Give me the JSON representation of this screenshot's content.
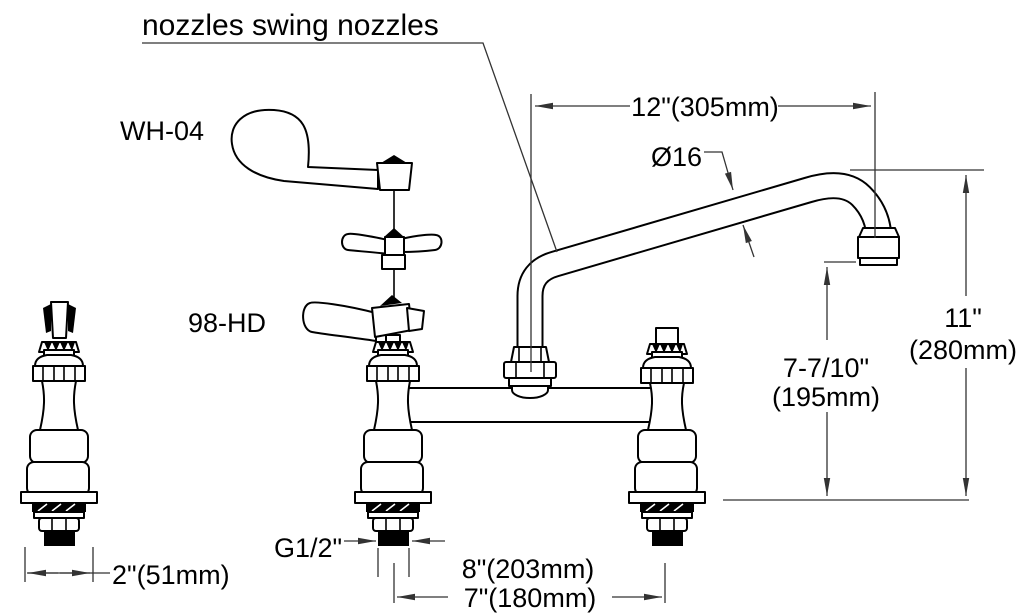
{
  "title": {
    "text": "nozzles swing nozzles"
  },
  "part_labels": {
    "wrist_blade_handle": "WH-04",
    "lever_handle": "98-HD"
  },
  "dimensions": {
    "spout_reach": "12\"(305mm)",
    "spout_tube_diameter": "Ø16",
    "overall_height_inches": "11\"",
    "overall_height_mm": "(280mm)",
    "outlet_height_inches": "7-7/10\"",
    "outlet_height_mm": "(195mm)",
    "single_valve_width": "2\"(51mm)",
    "inlet_thread_size": "G1/2\"",
    "centers_option": "8\"(203mm)",
    "centers": "7\"(180mm)"
  },
  "colors": {
    "drawing_line": "#000000",
    "dimension_line": "#333333",
    "background": "#ffffff"
  }
}
